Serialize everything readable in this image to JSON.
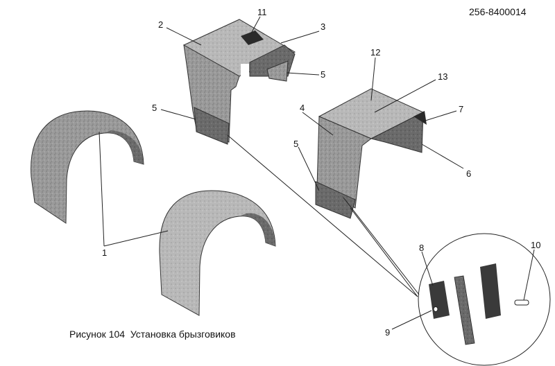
{
  "document_number": "256-8400014",
  "caption": "Рисунок 104  Установка брызговиков",
  "callouts": {
    "c1": "1",
    "c2": "2",
    "c3": "3",
    "c4": "4",
    "c5a": "5",
    "c5b": "5",
    "c5c": "5",
    "c6": "6",
    "c7": "7",
    "c8": "8",
    "c9": "9",
    "c10": "10",
    "c11": "11",
    "c12": "12",
    "c13": "13"
  }
}
